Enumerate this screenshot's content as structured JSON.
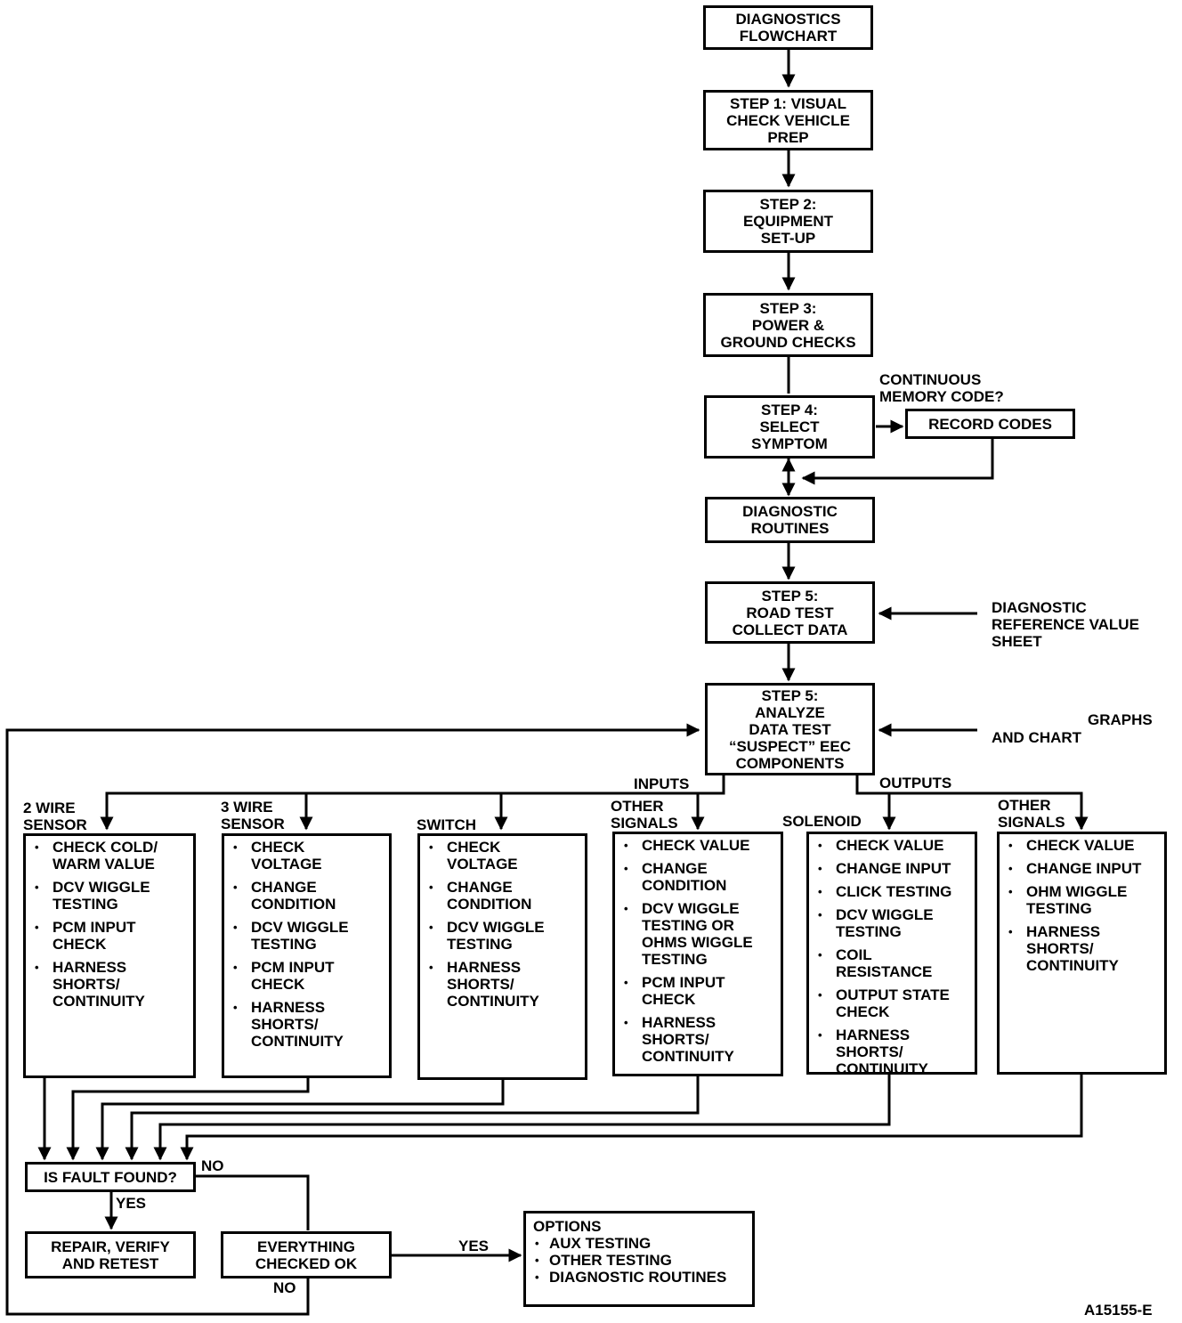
{
  "main_steps": {
    "title": [
      "DIAGNOSTICS",
      "FLOWCHART"
    ],
    "step1": [
      "STEP 1: VISUAL",
      "CHECK VEHICLE",
      "PREP"
    ],
    "step2": [
      "STEP 2:",
      "EQUIPMENT",
      "SET-UP"
    ],
    "step3": [
      "STEP 3:",
      "POWER &",
      "GROUND CHECKS"
    ],
    "step4": [
      "STEP 4:",
      "SELECT",
      "SYMPTOM"
    ],
    "routines": [
      "DIAGNOSTIC",
      "ROUTINES"
    ],
    "step5a": [
      "STEP 5:",
      "ROAD TEST",
      "COLLECT DATA"
    ],
    "step5b": [
      "STEP 5:",
      "ANALYZE",
      "DATA TEST",
      "“SUSPECT” EEC",
      "COMPONENTS"
    ]
  },
  "side": {
    "continuous_question": [
      "CONTINUOUS",
      "MEMORY CODE?"
    ],
    "record_codes": "RECORD CODES",
    "reference_sheet": [
      "DIAGNOSTIC",
      "REFERENCE VALUE",
      "SHEET"
    ],
    "graphs": "GRAPHS",
    "and_chart": "AND CHART"
  },
  "groups": {
    "inputs": "INPUTS",
    "outputs": "OUTPUTS"
  },
  "categories": [
    {
      "label": [
        "2 WIRE",
        "SENSOR"
      ],
      "items": [
        [
          "CHECK COLD/",
          "WARM VALUE"
        ],
        [
          "DCV WIGGLE",
          "TESTING"
        ],
        [
          "PCM INPUT",
          "CHECK"
        ],
        [
          "HARNESS",
          "SHORTS/",
          "CONTINUITY"
        ]
      ]
    },
    {
      "label": [
        "3 WIRE",
        "SENSOR"
      ],
      "items": [
        [
          "CHECK",
          "VOLTAGE"
        ],
        [
          "CHANGE",
          "CONDITION"
        ],
        [
          "DCV WIGGLE",
          "TESTING"
        ],
        [
          "PCM INPUT",
          "CHECK"
        ],
        [
          "HARNESS",
          "SHORTS/",
          "CONTINUITY"
        ]
      ]
    },
    {
      "label": [
        "SWITCH"
      ],
      "items": [
        [
          "CHECK",
          "VOLTAGE"
        ],
        [
          "CHANGE",
          "CONDITION"
        ],
        [
          "DCV WIGGLE",
          "TESTING"
        ],
        [
          "HARNESS",
          "SHORTS/",
          "CONTINUITY"
        ]
      ]
    },
    {
      "label": [
        "OTHER",
        "SIGNALS"
      ],
      "items": [
        [
          "CHECK VALUE"
        ],
        [
          "CHANGE",
          "CONDITION"
        ],
        [
          "DCV WIGGLE",
          "TESTING OR",
          "OHMS WIGGLE",
          "TESTING"
        ],
        [
          "PCM INPUT",
          "CHECK"
        ],
        [
          "HARNESS",
          "SHORTS/",
          "CONTINUITY"
        ]
      ]
    },
    {
      "label": [
        "SOLENOID"
      ],
      "items": [
        [
          "CHECK VALUE"
        ],
        [
          "CHANGE INPUT"
        ],
        [
          "CLICK TESTING"
        ],
        [
          "DCV WIGGLE",
          "TESTING"
        ],
        [
          "COIL",
          "RESISTANCE"
        ],
        [
          "OUTPUT STATE",
          "CHECK"
        ],
        [
          "HARNESS",
          "SHORTS/",
          "CONTINUITY"
        ]
      ]
    },
    {
      "label": [
        "OTHER",
        "SIGNALS"
      ],
      "items": [
        [
          "CHECK VALUE"
        ],
        [
          "CHANGE INPUT"
        ],
        [
          "OHM WIGGLE",
          "TESTING"
        ],
        [
          "HARNESS",
          "SHORTS/",
          "CONTINUITY"
        ]
      ]
    }
  ],
  "bottom": {
    "fault_question": "IS FAULT FOUND?",
    "no": "NO",
    "yes": "YES",
    "repair": [
      "REPAIR, VERIFY",
      "AND RETEST"
    ],
    "everything_checked": [
      "EVERYTHING",
      "CHECKED OK"
    ],
    "yes_label": "YES",
    "no_label": "NO",
    "options_title": "OPTIONS",
    "options": [
      "AUX TESTING",
      "OTHER TESTING",
      "DIAGNOSTIC ROUTINES"
    ]
  },
  "figure_id": "A15155-E"
}
